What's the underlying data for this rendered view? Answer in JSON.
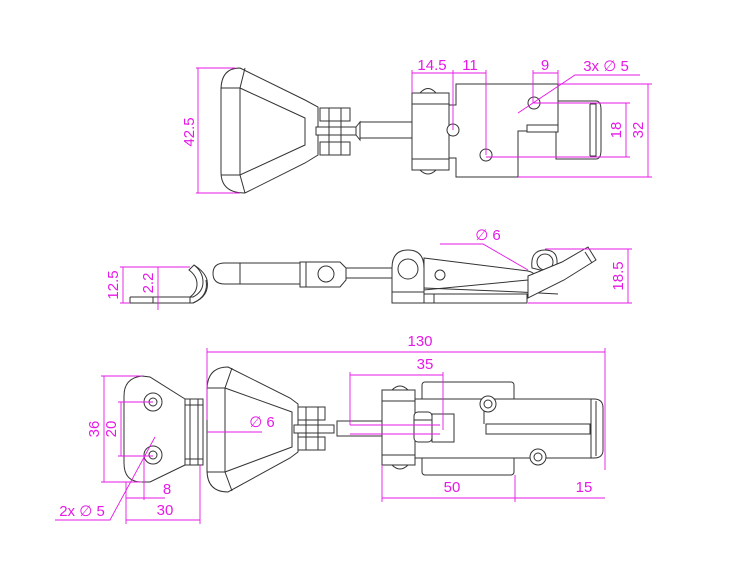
{
  "drawing": {
    "title": "Adjustable toggle latch – dimensioned drawing",
    "dimension_color": "#e619e6",
    "line_color": "#333333",
    "top_view": {
      "height": "42.5",
      "d1": "14.5",
      "d2": "11",
      "d3": "9",
      "holes": "3x ∅ 5",
      "outer_height": "32",
      "inner_height": "18"
    },
    "side_view": {
      "base_height": "12.5",
      "thickness": "2.2",
      "eye_diameter": "∅ 6",
      "height": "18.5"
    },
    "bottom_view": {
      "total_length": "130",
      "rod_length": "35",
      "loop_diameter": "∅ 6",
      "plate_height": "36",
      "hole_spacing": "20",
      "hole_offset": "8",
      "plate_width": "30",
      "plate_holes": "2x ∅ 5",
      "body_length": "50",
      "hook_length": "15"
    }
  }
}
